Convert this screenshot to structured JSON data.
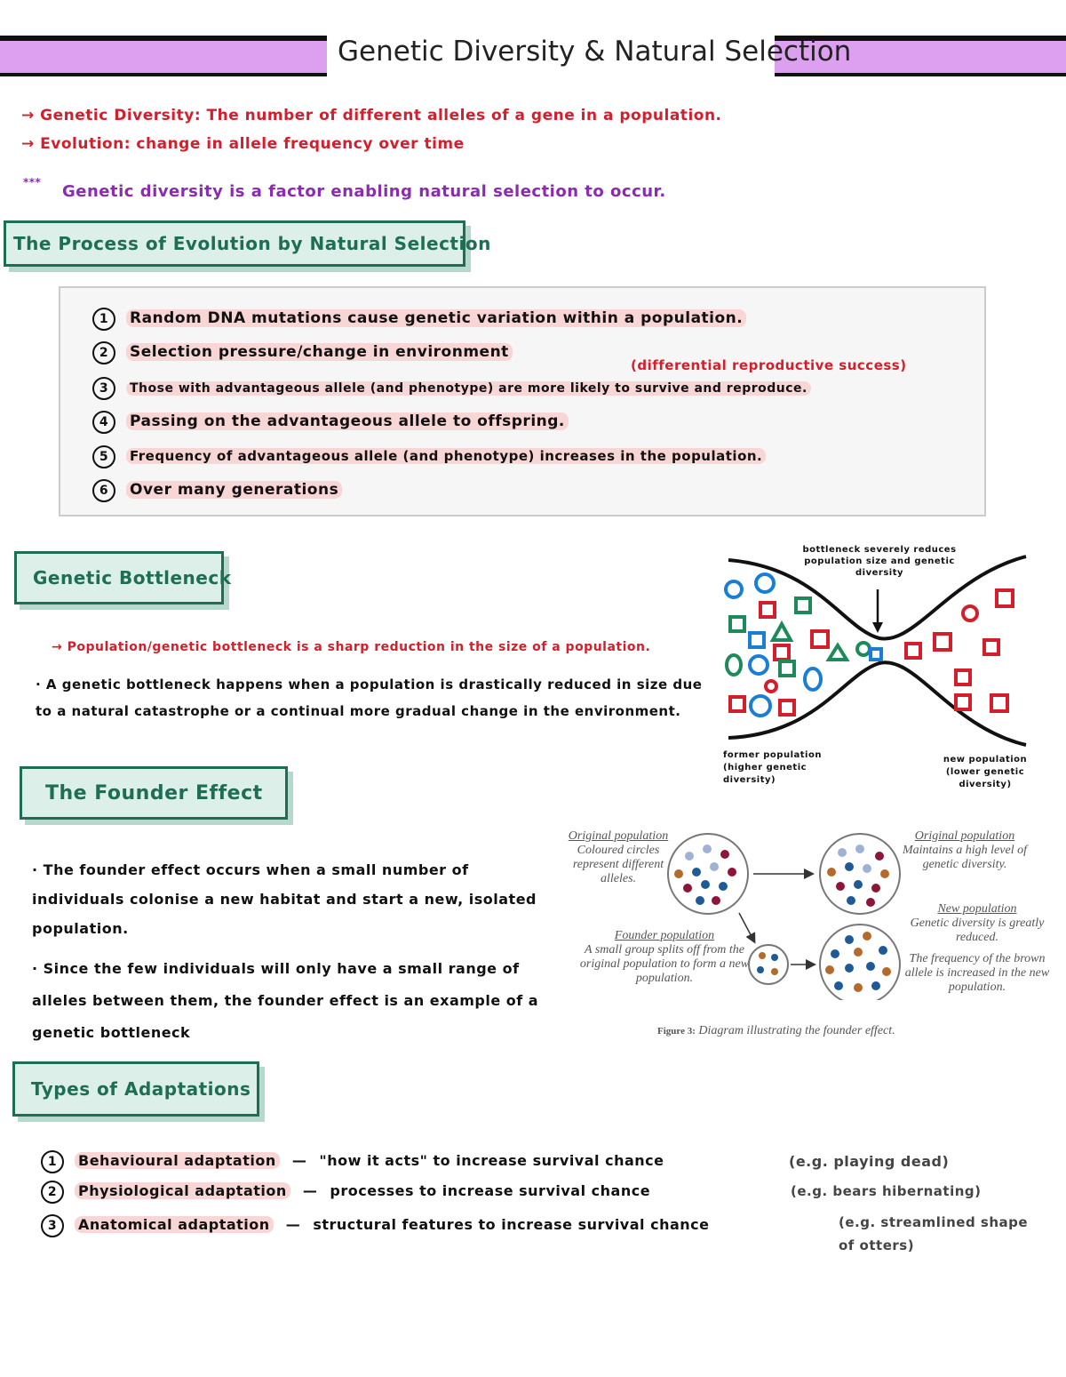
{
  "title": "Genetic Diversity & Natural Selection",
  "definitions": {
    "genetic_diversity": "→ Genetic Diversity: The number of different alleles of a gene in a population.",
    "evolution": "→ Evolution: change in allele frequency over time",
    "note_mark": "***",
    "note": "Genetic diversity is a factor enabling natural selection to occur."
  },
  "process": {
    "heading": "The Process of Evolution by Natural Selection",
    "annotation": "(differential reproductive success)",
    "steps": [
      {
        "num": "1",
        "text": "Random DNA mutations cause genetic variation within a population."
      },
      {
        "num": "2",
        "text": "Selection pressure/change in environment"
      },
      {
        "num": "3",
        "text": "Those with advantageous allele (and phenotype) are more likely to survive and reproduce."
      },
      {
        "num": "4",
        "text": "Passing on the advantageous allele to offspring."
      },
      {
        "num": "5",
        "text": "Frequency of advantageous allele (and phenotype) increases in the population."
      },
      {
        "num": "6",
        "text": "Over many generations"
      }
    ]
  },
  "bottleneck": {
    "heading": "Genetic Bottleneck",
    "def": "→ Population/genetic bottleneck is a sharp reduction in the size of a population.",
    "bullet": "· A genetic bottleneck happens when a population is drastically reduced in size due to a natural catastrophe or a continual more gradual change in the environment.",
    "diagram": {
      "top_label": "bottleneck severely reduces population size and genetic diversity",
      "left_label": "former population (higher genetic diversity)",
      "right_label": "new population (lower genetic diversity)"
    }
  },
  "founder": {
    "heading": "The Founder Effect",
    "bullet1": "· The founder effect occurs when a small number of individuals colonise a new habitat and start a new, isolated population.",
    "bullet2": "· Since the few individuals will only have a small range of alleles between them, the founder effect is an example of a genetic bottleneck",
    "figure": {
      "orig_title_left": "Original population",
      "orig_text_left": "Coloured circles represent different alleles.",
      "orig_title_right": "Original population",
      "orig_text_right": "Maintains a high level of genetic diversity.",
      "founder_title": "Founder population",
      "founder_text": "A small group splits off from the original population to form a new population.",
      "new_title": "New population",
      "new_text1": "Genetic diversity is greatly reduced.",
      "new_text2": "The frequency of the brown allele is increased in the new population.",
      "caption_label": "Figure 3:",
      "caption": "Diagram illustrating the founder effect."
    }
  },
  "adaptations": {
    "heading": "Types of Adaptations",
    "items": [
      {
        "num": "1",
        "name": "Behavioural adaptation",
        "dash": "—",
        "desc": "\"how it acts\" to increase survival chance",
        "eg": "(e.g. playing dead)"
      },
      {
        "num": "2",
        "name": "Physiological adaptation",
        "dash": "—",
        "desc": "processes to increase survival chance",
        "eg": "(e.g. bears hibernating)"
      },
      {
        "num": "3",
        "name": "Anatomical adaptation",
        "dash": "—",
        "desc": "structural features to increase survival chance",
        "eg": "(e.g. streamlined shape of otters)"
      }
    ]
  },
  "colors": {
    "red": "#d31f2c",
    "purple": "#8a2bb0",
    "green": "#1e6e55",
    "highlight": "#f9d6d6",
    "title_bar": "#dda0f0"
  }
}
